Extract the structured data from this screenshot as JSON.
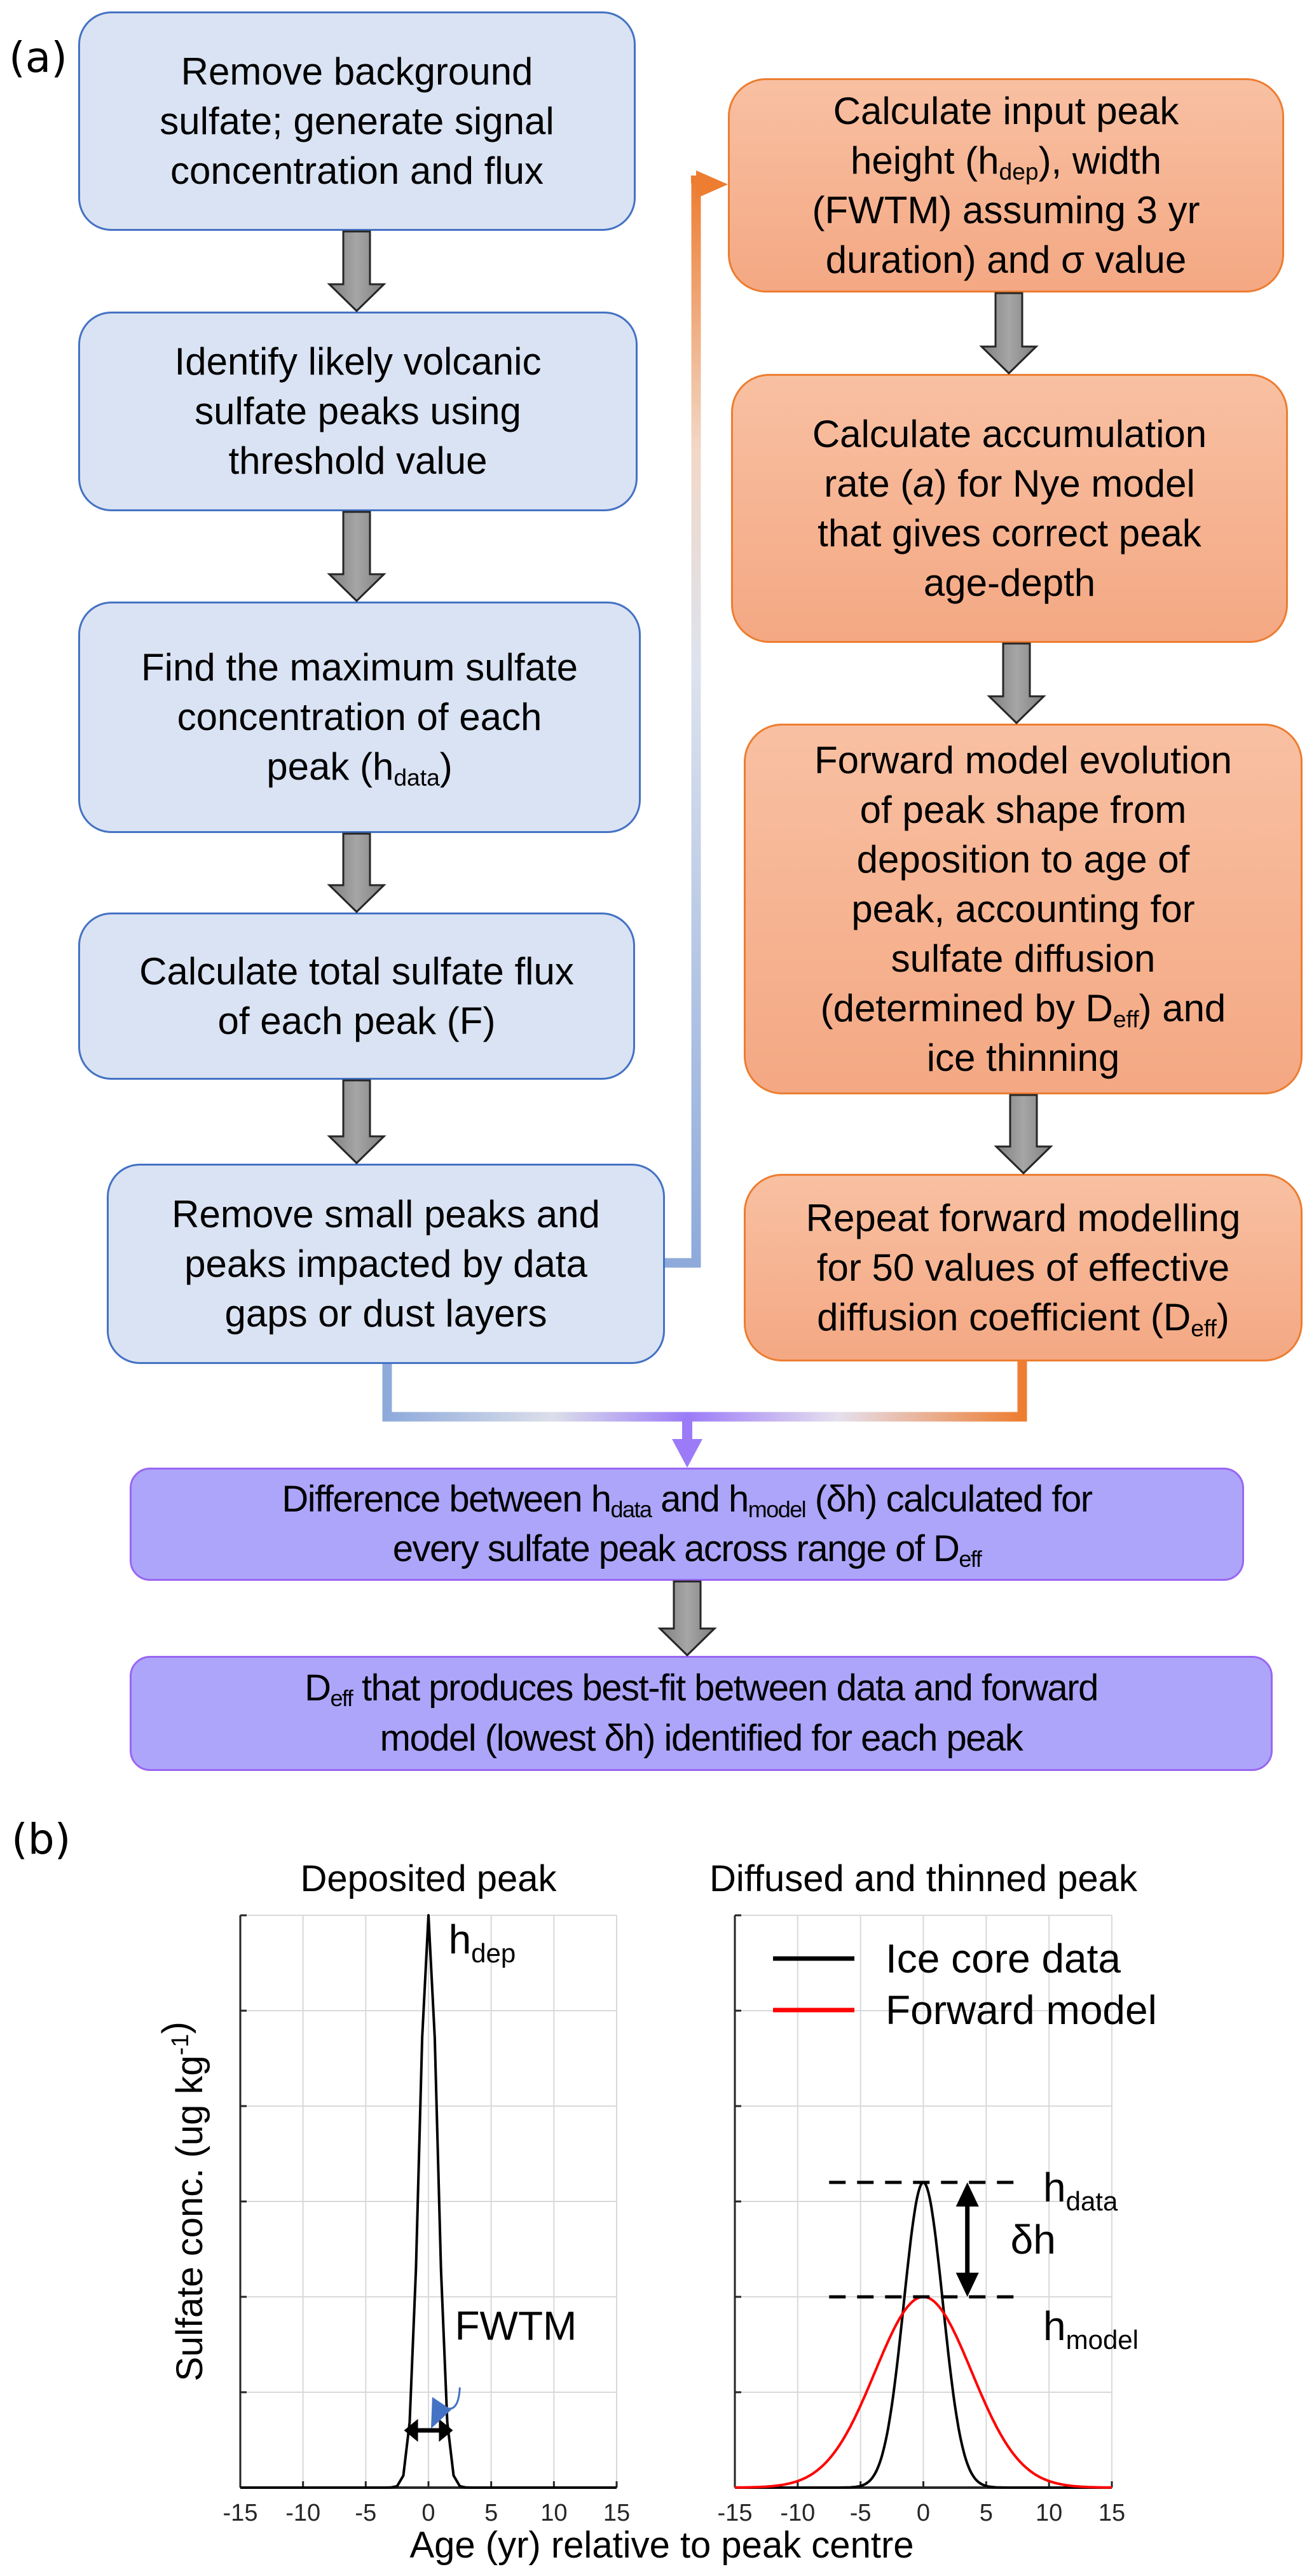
{
  "figure": {
    "panel_a_label": "(a)",
    "panel_b_label": "(b)"
  },
  "flowchart": {
    "left_column": [
      {
        "id": "remove-background",
        "lines": [
          [
            "Remove background"
          ],
          [
            "sulfate; generate signal"
          ],
          [
            "concentration and flux"
          ]
        ]
      },
      {
        "id": "identify-peaks",
        "lines": [
          [
            "Identify likely volcanic"
          ],
          [
            "sulfate peaks using"
          ],
          [
            "threshold value"
          ]
        ]
      },
      {
        "id": "find-max",
        "lines": [
          [
            "Find the maximum sulfate"
          ],
          [
            "concentration of each"
          ],
          [
            "peak (h",
            {
              "sub": "data"
            },
            ")"
          ]
        ]
      },
      {
        "id": "total-flux",
        "lines": [
          [
            "Calculate total sulfate flux"
          ],
          [
            "of each peak (F)"
          ]
        ]
      },
      {
        "id": "remove-small",
        "lines": [
          [
            "Remove small peaks and"
          ],
          [
            "peaks impacted by data"
          ],
          [
            "gaps or dust layers"
          ]
        ]
      }
    ],
    "right_column": [
      {
        "id": "input-peak",
        "lines": [
          [
            "Calculate input peak"
          ],
          [
            "height (h",
            {
              "sub": "dep"
            },
            "), width"
          ],
          [
            "(FWTM) assuming 3 yr"
          ],
          [
            "duration) and σ value"
          ]
        ]
      },
      {
        "id": "accumulation-rate",
        "lines": [
          [
            "Calculate accumulation"
          ],
          [
            "rate (",
            {
              "i": "a"
            },
            ") for Nye model"
          ],
          [
            "that gives correct peak"
          ],
          [
            "age-depth"
          ]
        ]
      },
      {
        "id": "forward-model",
        "lines": [
          [
            "Forward model evolution"
          ],
          [
            "of peak shape from"
          ],
          [
            "deposition to age of"
          ],
          [
            "peak, accounting for"
          ],
          [
            "sulfate diffusion"
          ],
          [
            "(determined by D",
            {
              "sub": "eff"
            },
            ") and"
          ],
          [
            "ice thinning"
          ]
        ]
      },
      {
        "id": "repeat-modelling",
        "lines": [
          [
            "Repeat forward modelling"
          ],
          [
            "for 50 values of effective"
          ],
          [
            "diffusion coefficient (D",
            {
              "sub": "eff"
            },
            ")"
          ]
        ]
      }
    ],
    "bottom": [
      {
        "id": "difference",
        "lines": [
          [
            "Difference between h",
            {
              "sub": "data"
            },
            " and h",
            {
              "sub": "model"
            },
            " (δh) calculated for"
          ],
          [
            "every sulfate peak across range of D",
            {
              "sub": "eff"
            }
          ]
        ]
      },
      {
        "id": "best-fit",
        "lines": [
          [
            "D",
            {
              "sub": "eff"
            },
            " that produces best-fit between data and forward"
          ],
          [
            "model (lowest δh) identified for each peak"
          ]
        ]
      }
    ],
    "colors": {
      "blue_box_fill": "#dae3f3",
      "blue_box_border": "#4472c4",
      "orange_box_fill": "#f4b183",
      "orange_box_border": "#ed7d31",
      "purple_box_fill": "#ada5fa",
      "purple_box_border": "#9966f2",
      "arrow_gray": "#8c8c8c",
      "connector_blue": "#8eaadb",
      "connector_orange": "#ed7d31",
      "connector_purple": "#9b7bf7"
    }
  },
  "chart_data": [
    {
      "type": "line",
      "title": "Deposited peak",
      "xlabel": "Age (yr) relative to peak centre",
      "ylabel": "Sulfate conc. (ug kg-1)",
      "ylabel_parts": [
        "Sulfate conc. (ug kg",
        {
          "sup": "-1"
        },
        ")"
      ],
      "xlim": [
        -15,
        15
      ],
      "ylim": [
        0,
        6
      ],
      "xticks": [
        -15,
        -10,
        -5,
        0,
        5,
        10,
        15
      ],
      "ytick_count": 7,
      "ytick_labels_shown": false,
      "grid": true,
      "series": [
        {
          "name": "Deposited peak",
          "color": "#000000",
          "shape": "gaussian",
          "center": 0,
          "peak": 6,
          "sigma": 0.72
        }
      ],
      "annotations": [
        {
          "type": "label",
          "text": "h",
          "sub": "dep",
          "x": 1.6,
          "y": 5.6
        },
        {
          "type": "label",
          "text": "FWTM",
          "x": 2.1,
          "y": 1.55
        },
        {
          "type": "double-arrow-h",
          "x1": -1.95,
          "x2": 1.95,
          "y": 0.6,
          "label": "FWTM width"
        },
        {
          "type": "curved-arrow",
          "color": "#4472c4",
          "from": [
            2.5,
            1.05
          ],
          "to": [
            0.2,
            0.75
          ]
        }
      ]
    },
    {
      "type": "line",
      "title": "Diffused and thinned peak",
      "xlim": [
        -15,
        15
      ],
      "ylim": [
        0,
        6
      ],
      "xticks": [
        -15,
        -10,
        -5,
        0,
        5,
        10,
        15
      ],
      "ytick_count": 7,
      "ytick_labels_shown": false,
      "grid": true,
      "legend": {
        "placement": "top-left",
        "entries": [
          {
            "label": "Ice core data",
            "color": "#000000"
          },
          {
            "label": "Forward model",
            "color": "#ff0000"
          }
        ]
      },
      "series": [
        {
          "name": "Ice core data",
          "color": "#000000",
          "shape": "gaussian",
          "center": 0,
          "peak": 3.2,
          "sigma": 1.55
        },
        {
          "name": "Forward model",
          "color": "#ff0000",
          "shape": "gaussian",
          "center": 0,
          "peak": 2.0,
          "sigma": 3.85
        }
      ],
      "annotations": [
        {
          "type": "dashed-hline",
          "y": 3.2,
          "x1": -7.5,
          "x2": 7.5,
          "label": "h",
          "sub": "data"
        },
        {
          "type": "dashed-hline",
          "y": 2.0,
          "x1": -7.5,
          "x2": 7.5,
          "label": "h",
          "sub": "model"
        },
        {
          "type": "double-arrow-v",
          "x": 3.5,
          "y1": 2.0,
          "y2": 3.2,
          "label": "δh"
        }
      ]
    }
  ],
  "shared_xlabel": "Age (yr) relative to peak centre"
}
